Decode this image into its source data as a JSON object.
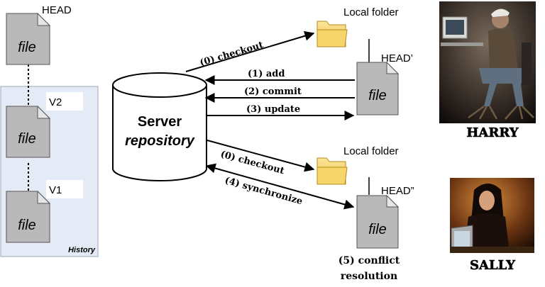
{
  "history": {
    "labels": {
      "head": "HEAD",
      "v2": "V2",
      "v1": "V1"
    },
    "file_label": "file",
    "panel_label": "History"
  },
  "server": {
    "line1": "Server",
    "line2": "repository"
  },
  "clients": {
    "harry": {
      "name": "HARRY",
      "folder_label": "Local folder",
      "head_label": "HEAD’",
      "file_label": "file"
    },
    "sally": {
      "name": "SALLY",
      "folder_label": "Local folder",
      "head_label": "HEAD”",
      "file_label": "file"
    }
  },
  "arrows": {
    "harry_checkout": "(0) checkout",
    "add": "(1) add",
    "commit": "(2) commit",
    "update": "(3) update",
    "sally_checkout": "(0) checkout",
    "synchronize": "(4) synchronize"
  },
  "conflict": {
    "line1": "(5) conflict",
    "line2": "resolution"
  },
  "colors": {
    "file_fill": "#b9b9b9",
    "file_fold": "#e6e6e6",
    "history_bg": "#e4ebf6",
    "folder_yellow": "#f3cf57",
    "photo_harry_bg": "#2a231f",
    "photo_sally_bg": "#4a2a14"
  }
}
